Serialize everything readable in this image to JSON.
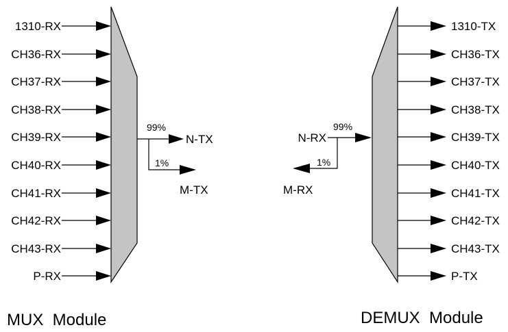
{
  "mux": {
    "inputs": [
      "1310-RX",
      "CH36-RX",
      "CH37-RX",
      "CH38-RX",
      "CH39-RX",
      "CH40-RX",
      "CH41-RX",
      "CH42-RX",
      "CH43-RX",
      "P-RX"
    ],
    "tap_main_pct": "99%",
    "tap_main_label": "N-TX",
    "tap_mon_pct": "1%",
    "tap_mon_label": "M-TX",
    "title": "MUX  Module"
  },
  "demux": {
    "outputs": [
      "1310-TX",
      "CH36-TX",
      "CH37-TX",
      "CH38-TX",
      "CH39-TX",
      "CH40-TX",
      "CH41-TX",
      "CH42-TX",
      "CH43-TX",
      "P-TX"
    ],
    "tap_main_pct": "99%",
    "tap_main_label": "N-RX",
    "tap_mon_pct": "1%",
    "tap_mon_label": "M-RX",
    "title": "DEMUX  Module"
  },
  "colors": {
    "module_fill": "#c4c4c4",
    "line": "#000000"
  }
}
